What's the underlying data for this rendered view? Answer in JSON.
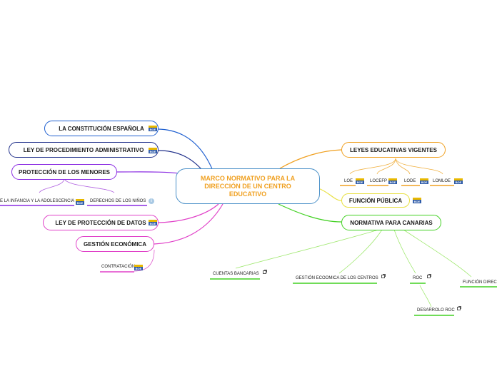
{
  "root": {
    "label": "MARCO NORMATIVO PARA LA DIRECCIÓN DE UN CENTRO EDUCATIVO"
  },
  "left_nodes": {
    "constitucion": "LA CONSTITUCIÓN ESPAÑOLA",
    "procedimiento": "LEY DE PROCEDIMIENTO ADMINISTRATIVO",
    "menores": "PROTECCIÓN DE LOS MENORES",
    "datos": "LEY DE PROTECCIÓN DE DATOS",
    "gestion": "GESTIÓN ECONÓMICA"
  },
  "menores_children": {
    "infancia": "E LA INFANCIA Y LA ADOLESCENCIA",
    "ninos": "DERECHOS DE LOS NIÑOS"
  },
  "gestion_children": {
    "contratacion": "CONTRATACIÓN"
  },
  "right_nodes": {
    "leyes": "LEYES EDUCATIVAS VIGENTES",
    "funcion": "FUNCIÓN PÚBLICA",
    "canarias": "NORMATIVA PARA CANARIAS"
  },
  "leyes_children": {
    "loe": "LOE",
    "locfp": "LOCEFP",
    "lode": "LODE",
    "lomloe": "LOMLOE"
  },
  "canarias_children": {
    "cuentas": "CUENTAS BANCARIAS",
    "gestion_centros": "GESTIÓN ECOOMICA DE LOS CENTROS",
    "roc": "ROC",
    "funcion_direc": "FUNCIÓN DIREC"
  },
  "roc_children": {
    "desarrollo": "DESARROLO ROC"
  },
  "icons": {
    "boe": "BOE",
    "info": "i"
  },
  "colors": {
    "root_border": "#4a90c8",
    "root_text": "#f0a020",
    "blue": "#1e5fd0",
    "navy": "#1f2f8a",
    "purple": "#8a2be2",
    "magenta": "#e040c8",
    "orange": "#f0a020",
    "yellow": "#e8e040",
    "green": "#40d020",
    "lightgreen": "#a0e870"
  }
}
